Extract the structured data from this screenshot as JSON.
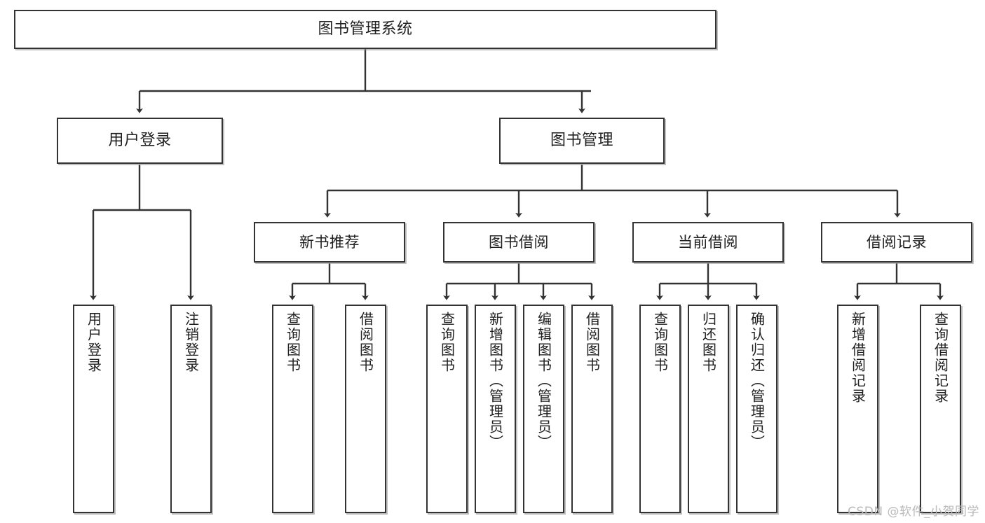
{
  "diagram": {
    "title": "图书管理系统",
    "watermark": "CSDN @软件_小贺同学",
    "stroke_color": "#333333",
    "background_color": "#ffffff",
    "nodes": {
      "root": {
        "label": "图书管理系统"
      },
      "level1": [
        {
          "label": "用户登录"
        },
        {
          "label": "图书管理"
        }
      ],
      "level2": [
        {
          "label": "新书推荐"
        },
        {
          "label": "图书借阅"
        },
        {
          "label": "当前借阅"
        },
        {
          "label": "借阅记录"
        }
      ],
      "leaves_user_login": [
        {
          "label": "用户登录"
        },
        {
          "label": "注销登录"
        }
      ],
      "leaves_new_book": [
        {
          "label": "查询图书"
        },
        {
          "label": "借阅图书"
        }
      ],
      "leaves_borrow": [
        {
          "label": "查询图书"
        },
        {
          "label": "新增图书（管理员）"
        },
        {
          "label": "编辑图书（管理员）"
        },
        {
          "label": "借阅图书"
        }
      ],
      "leaves_current": [
        {
          "label": "查询图书"
        },
        {
          "label": "归还图书"
        },
        {
          "label": "确认归还（管理员）"
        }
      ],
      "leaves_records": [
        {
          "label": "新增借阅记录"
        },
        {
          "label": "查询借阅记录"
        }
      ]
    }
  }
}
